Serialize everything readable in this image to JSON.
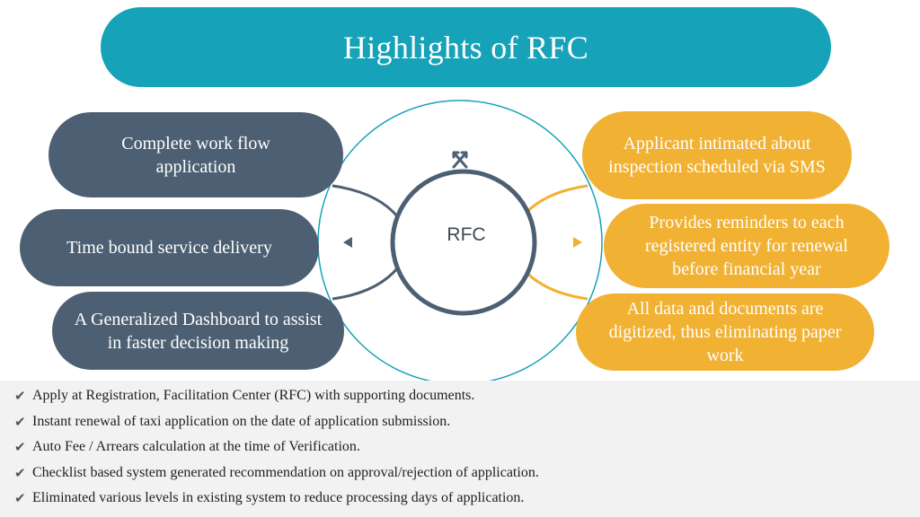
{
  "title": "Highlights of RFC",
  "center_label": "RFC",
  "left_items": [
    "Complete work flow application",
    "Time bound service delivery",
    "A Generalized Dashboard to assist in faster decision making"
  ],
  "right_items": [
    "Applicant intimated about inspection scheduled via SMS",
    "Provides reminders to each registered entity for renewal before financial year",
    "All data and documents are digitized, thus eliminating paper work"
  ],
  "bullets": [
    "Apply at Registration, Facilitation Center (RFC) with supporting documents.",
    "Instant renewal of taxi application on the date of  application submission.",
    "Auto Fee / Arrears calculation at the time of Verification.",
    "Checklist based system generated recommendation on approval/rejection of application.",
    "Eliminated various levels in existing system to reduce processing days of application."
  ],
  "icons": {
    "top": "arrows-merge-icon",
    "left": "triangle-left-icon",
    "right": "triangle-right-icon",
    "bullet": "checkmark-icon"
  },
  "colors": {
    "banner": "#16a2b8",
    "left_pills": "#4d6073",
    "right_pills": "#f1b132",
    "outer_ring": "#16a2b8",
    "inner_ring": "#4d6073",
    "bullet_bg": "#f2f2f2"
  }
}
